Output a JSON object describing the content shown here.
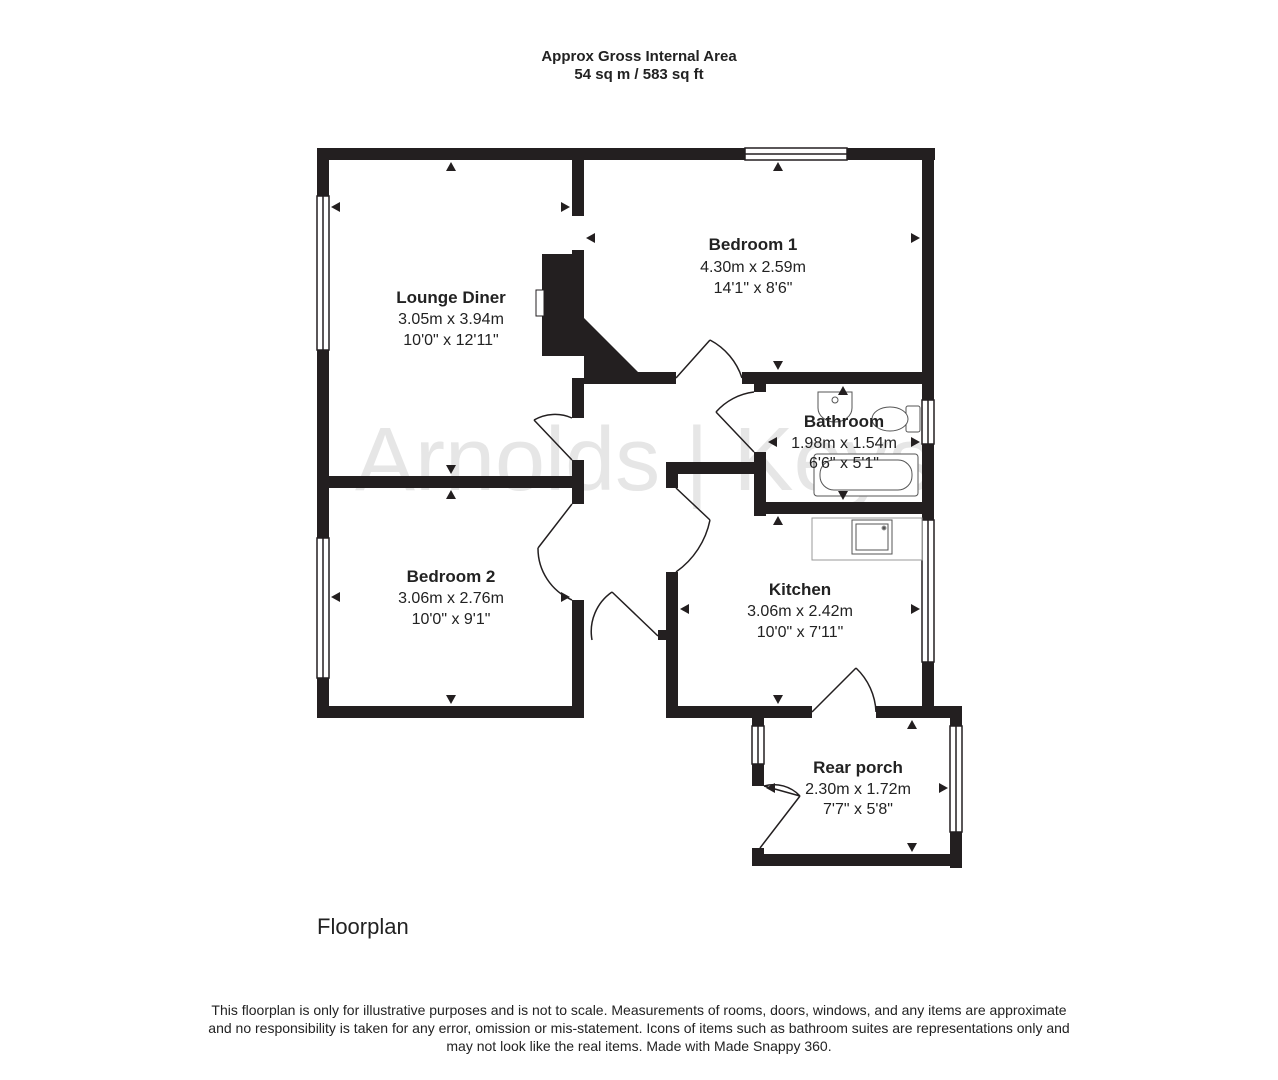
{
  "header": {
    "title": "Approx Gross Internal Area",
    "area": "54 sq m / 583 sq ft"
  },
  "watermark": "Arnolds | Keys",
  "rooms": {
    "lounge_diner": {
      "name": "Lounge Diner",
      "metric": "3.05m x 3.94m",
      "imperial": "10'0\" x 12'11\""
    },
    "bedroom_1": {
      "name": "Bedroom 1",
      "metric": "4.30m x 2.59m",
      "imperial": "14'1\" x 8'6\""
    },
    "bathroom": {
      "name": "Bathroom",
      "metric": "1.98m x 1.54m",
      "imperial": "6'6\" x 5'1\""
    },
    "bedroom_2": {
      "name": "Bedroom 2",
      "metric": "3.06m x 2.76m",
      "imperial": "10'0\" x 9'1\""
    },
    "kitchen": {
      "name": "Kitchen",
      "metric": "3.06m x 2.42m",
      "imperial": "10'0\" x 7'11\""
    },
    "rear_porch": {
      "name": "Rear porch",
      "metric": "2.30m x 1.72m",
      "imperial": "7'7\" x 5'8\""
    }
  },
  "plan_label": "Floorplan",
  "disclaimer": {
    "line1": "This floorplan is only for illustrative purposes and is not to scale. Measurements of rooms, doors, windows, and any items are approximate",
    "line2": "and no responsibility is taken for any error, omission or mis-statement. Icons of items such as bathroom suites are representations only and",
    "line3": "may not look like the real items. Made with Made Snappy 360."
  },
  "colors": {
    "wall": "#231f20",
    "watermark": "#e6e6e6",
    "background": "#ffffff"
  }
}
